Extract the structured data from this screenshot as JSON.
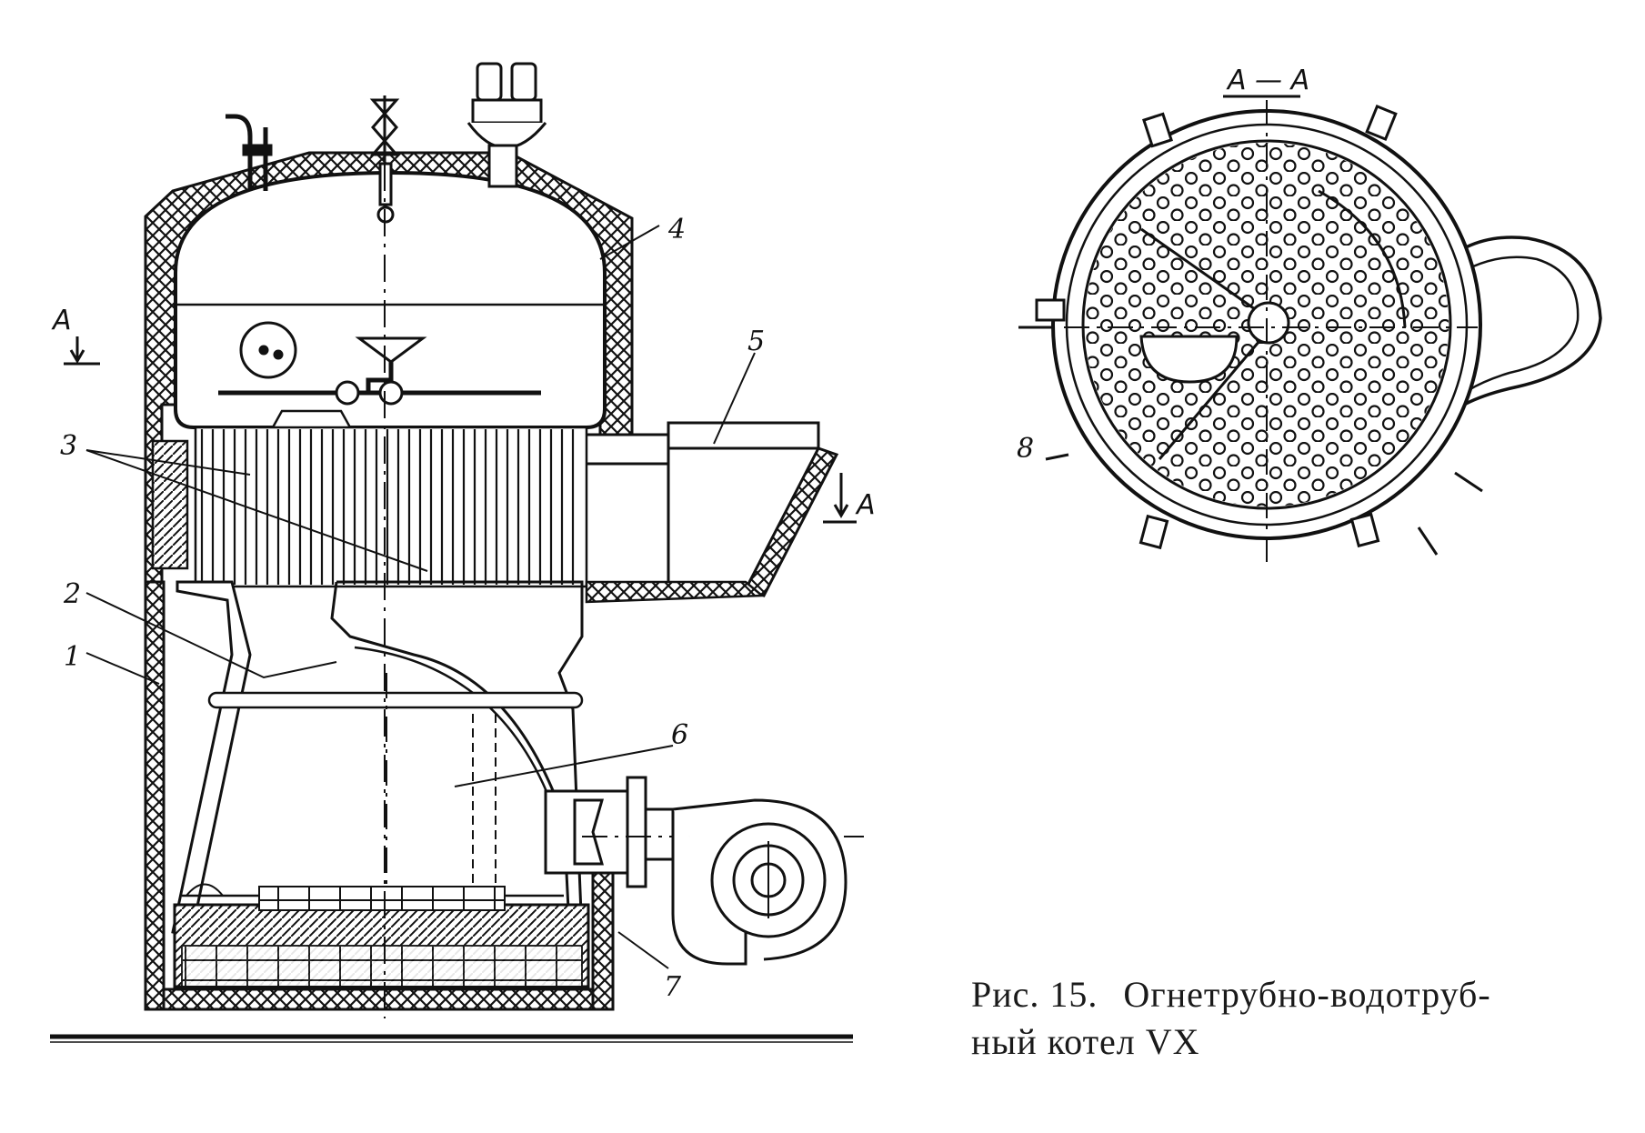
{
  "figure": {
    "caption_number": "Рис. 15.",
    "caption_line1": "Огнетрубно-водотруб-",
    "caption_line2": "ный котел VX"
  },
  "section": {
    "title": "A — A",
    "marker_left": "A",
    "marker_right": "A"
  },
  "callouts": [
    "1",
    "2",
    "3",
    "4",
    "5",
    "6",
    "7",
    "8"
  ],
  "colors": {
    "ink": "#111111",
    "paper": "#ffffff"
  }
}
